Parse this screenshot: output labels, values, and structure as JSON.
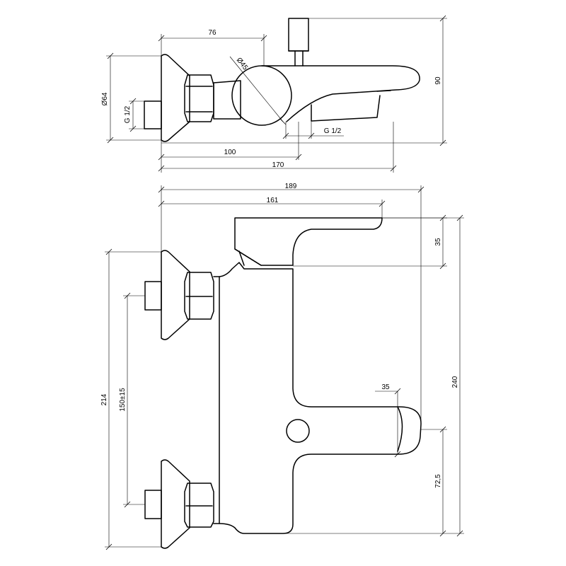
{
  "top_view": {
    "dims": {
      "d76": "76",
      "d45": "Ø45",
      "d90": "90",
      "d64": "Ø64",
      "g_inlet": "G 1/2",
      "g_outlet": "G 1/2",
      "d100": "100",
      "d170": "170"
    }
  },
  "front_view": {
    "dims": {
      "d189": "189",
      "d161": "161",
      "d35_top": "35",
      "d240": "240",
      "d214": "214",
      "d150": "150±15",
      "d35_spout": "35",
      "d72": "72,5"
    }
  }
}
